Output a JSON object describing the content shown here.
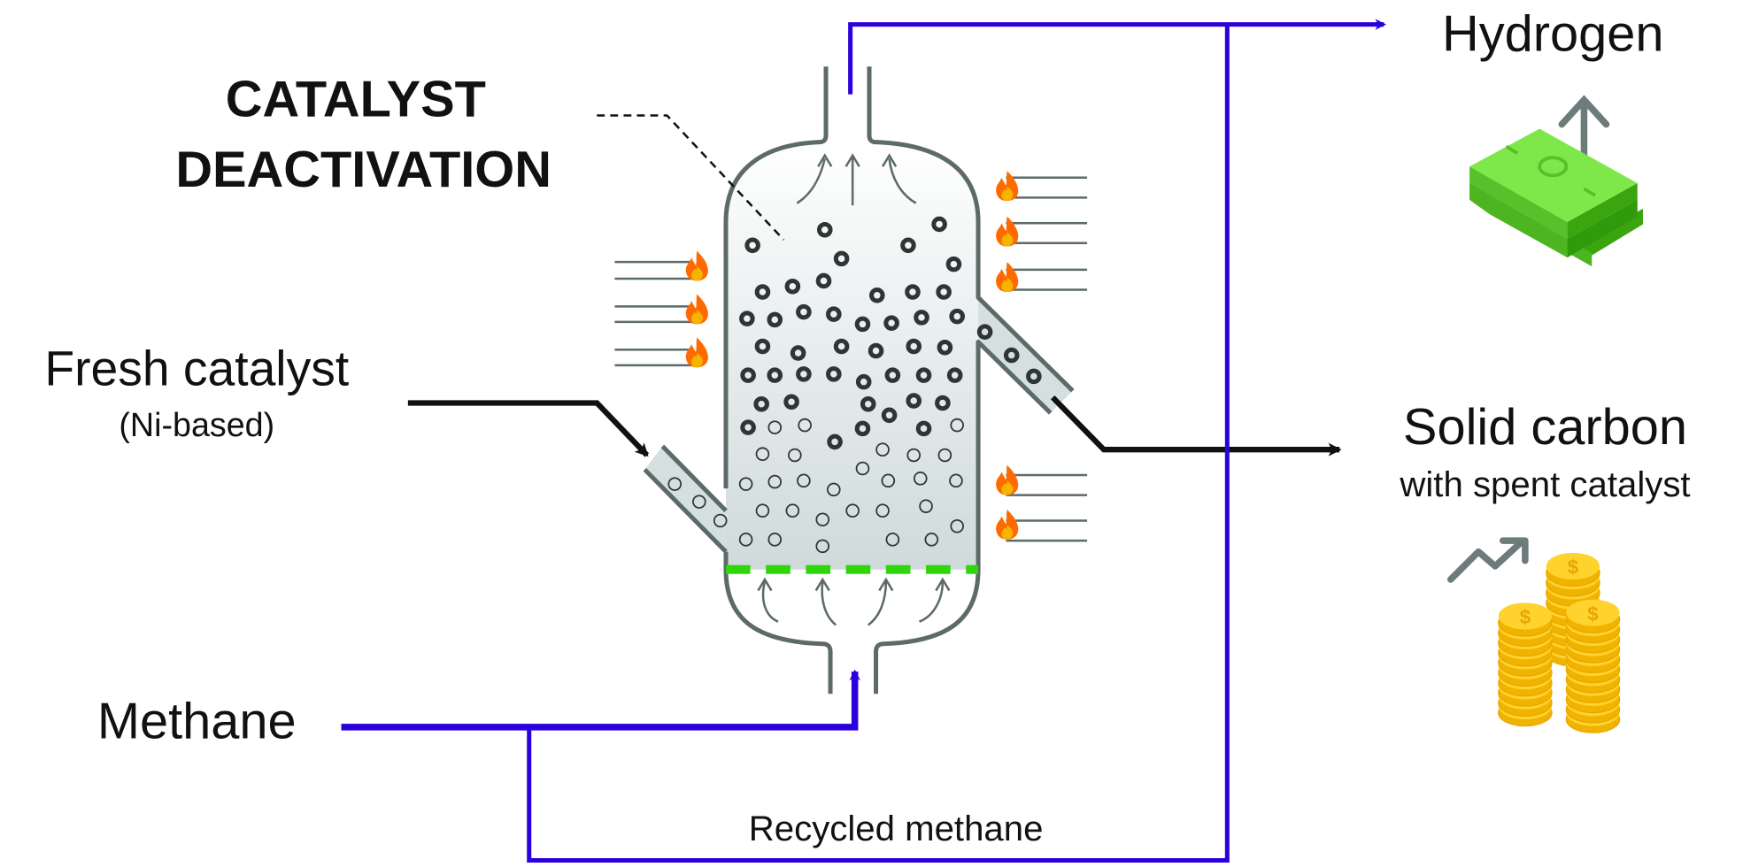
{
  "title": "Catalyst deactivation in methane pyrolysis fluidized-bed reactor",
  "labels": {
    "catalyst_deactivation_line1": "CATALYST",
    "catalyst_deactivation_line2": "DEACTIVATION",
    "fresh_catalyst": "Fresh catalyst",
    "fresh_catalyst_sub": "(Ni-based)",
    "methane": "Methane",
    "recycled_methane": "Recycled methane",
    "hydrogen": "Hydrogen",
    "solid_carbon": "Solid carbon",
    "solid_carbon_sub": "with spent catalyst"
  },
  "icons": {
    "heater": "flame-icon",
    "hydrogen_value": "cash-stack-icon",
    "carbon_value": "coin-stacks-icon",
    "value_up": "arrow-up-icon",
    "value_trend": "trend-up-icon"
  },
  "colors": {
    "gas_flow": "#2a00dc",
    "solid_flow": "#111111",
    "vessel_wall": "#5c6a68",
    "vessel_fill": "#d5dfdf",
    "distributor": "#2fd60a",
    "flame_outer": "#ff6a00",
    "flame_inner": "#f4b400",
    "cash": "#5cc22d",
    "coin": "#f6c520",
    "arrow_gray": "#6e7b7b"
  },
  "flows": [
    {
      "from": "Methane",
      "to": "reactor bottom inlet",
      "stream": "gas"
    },
    {
      "from": "reactor top outlet",
      "to": "Hydrogen",
      "stream": "gas"
    },
    {
      "from": "Hydrogen line",
      "to": "Methane line",
      "stream": "gas",
      "label": "Recycled methane"
    },
    {
      "from": "Fresh catalyst",
      "to": "reactor side inlet",
      "stream": "solid"
    },
    {
      "from": "reactor side outlet",
      "to": "Solid carbon",
      "stream": "solid"
    }
  ]
}
